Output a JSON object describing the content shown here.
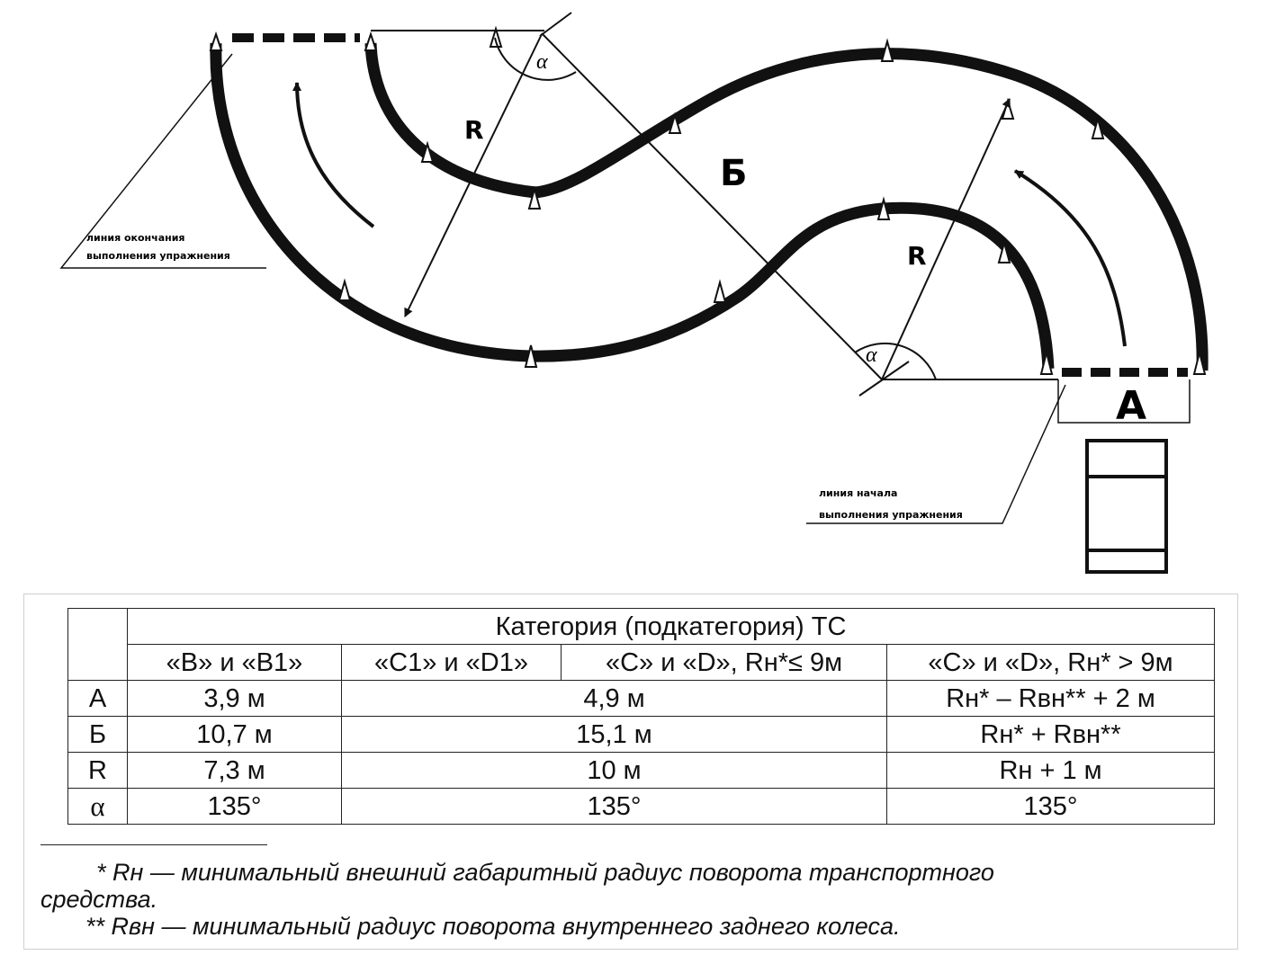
{
  "diagram": {
    "label_b": "Б",
    "label_a": "А",
    "label_r_left": "R",
    "label_r_right": "R",
    "label_alpha_top": "α",
    "label_alpha_bottom": "α",
    "end_line_line1": "линия окончания",
    "end_line_line2": "выполнения упражнения",
    "start_line_line1": "линия начала",
    "start_line_line2": "выполнения упражнения"
  },
  "table": {
    "category_header": "Категория (подкатегория) ТС",
    "columns": [
      "«B» и «B1»",
      "«C1» и «D1»",
      "«C» и «D», Rн*≤ 9м",
      "«C» и «D», Rн* > 9м"
    ],
    "rows": [
      {
        "param": "А",
        "v1": "3,9 м",
        "v2": "4,9 м",
        "v3": "Rн* – Rвн** + 2 м"
      },
      {
        "param": "Б",
        "v1": "10,7 м",
        "v2": "15,1 м",
        "v3": "Rн* + Rвн**"
      },
      {
        "param": "R",
        "v1": "7,3 м",
        "v2": "10 м",
        "v3": "Rн + 1 м"
      },
      {
        "param": "α",
        "v1": "135°",
        "v2": "135°",
        "v3": "135°"
      }
    ]
  },
  "footnotes": {
    "note1_line1": "* Rн — минимальный внешний габаритный радиус поворота транспортного",
    "note1_line2": "средства.",
    "note2": "** Rвн — минимальный радиус поворота внутреннего заднего колеса."
  }
}
